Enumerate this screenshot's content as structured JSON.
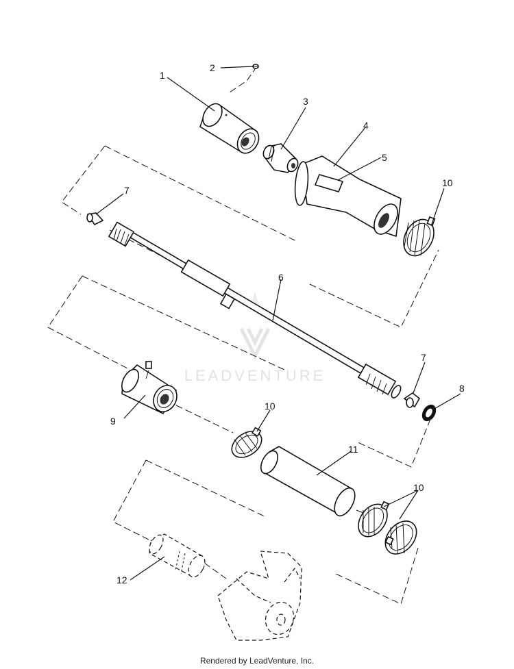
{
  "diagram": {
    "callouts": {
      "c1": "1",
      "c2": "2",
      "c3": "3",
      "c4": "4",
      "c5": "5",
      "c6": "6",
      "c7a": "7",
      "c7b": "7",
      "c8": "8",
      "c9": "9",
      "c10a": "10",
      "c10b": "10",
      "c10c": "10",
      "c11": "11",
      "c12": "12"
    }
  },
  "watermark": {
    "text": "LEADVENTURE"
  },
  "footer": {
    "text": "Rendered by LeadVenture, Inc."
  }
}
